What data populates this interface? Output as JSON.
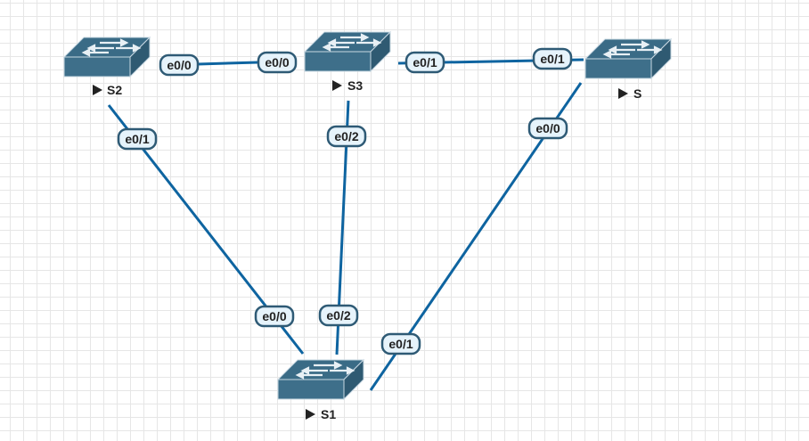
{
  "diagram": {
    "type": "network-topology",
    "colors": {
      "link": "#0e64a0",
      "switch_body": "#3e6f8a",
      "switch_top": "#345f78",
      "switch_side": "#2c5469",
      "port_label_fill": "#e6f3fb",
      "port_label_border": "#2e5a75"
    },
    "nodes": [
      {
        "id": "S2",
        "label": "S2",
        "icon": "switch-icon"
      },
      {
        "id": "S3",
        "label": "S3",
        "icon": "switch-icon"
      },
      {
        "id": "S",
        "label": "S",
        "icon": "switch-icon"
      },
      {
        "id": "S1",
        "label": "S1",
        "icon": "switch-icon"
      }
    ],
    "links": [
      {
        "from": "S2",
        "from_port": "e0/0",
        "to": "S3",
        "to_port": "e0/0"
      },
      {
        "from": "S3",
        "from_port": "e0/1",
        "to": "S",
        "to_port": "e0/1"
      },
      {
        "from": "S2",
        "from_port": "e0/1",
        "to": "S1",
        "to_port": "e0/0"
      },
      {
        "from": "S3",
        "from_port": "e0/2",
        "to": "S1",
        "to_port": "e0/2"
      },
      {
        "from": "S",
        "from_port": "e0/0",
        "to": "S1",
        "to_port": "e0/1"
      }
    ]
  }
}
